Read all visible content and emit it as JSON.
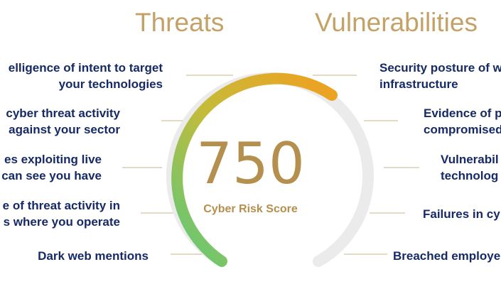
{
  "headings": {
    "threats": "Threats",
    "vulnerabilities": "Vulnerabilities"
  },
  "threats": [
    {
      "lines": [
        "elligence of intent to target",
        "your technologies"
      ]
    },
    {
      "lines": [
        "cyber threat activity",
        "against your sector"
      ]
    },
    {
      "lines": [
        "es exploiting live",
        "can see you have"
      ]
    },
    {
      "lines": [
        "e of threat activity in",
        "s where you operate"
      ]
    },
    {
      "lines": [
        "Dark web mentions"
      ]
    }
  ],
  "vulnerabilities": [
    {
      "lines": [
        "Security posture of w",
        "infrastructure"
      ]
    },
    {
      "lines": [
        "Evidence of p",
        "compromised"
      ]
    },
    {
      "lines": [
        "Vulnerabil",
        "technolog"
      ]
    },
    {
      "lines": [
        "Failures in cy"
      ]
    },
    {
      "lines": [
        "Breached employe"
      ]
    }
  ],
  "score": {
    "value": "750",
    "label": "Cyber Risk Score"
  },
  "colors": {
    "heading": "#c4a267",
    "text": "#152a66",
    "score": "#b58f4e",
    "connector": "#c9b38b",
    "track": "#ebebeb",
    "gradient_start": "#5bc97b",
    "gradient_mid": "#c5bb3a",
    "gradient_end": "#f0a020"
  }
}
